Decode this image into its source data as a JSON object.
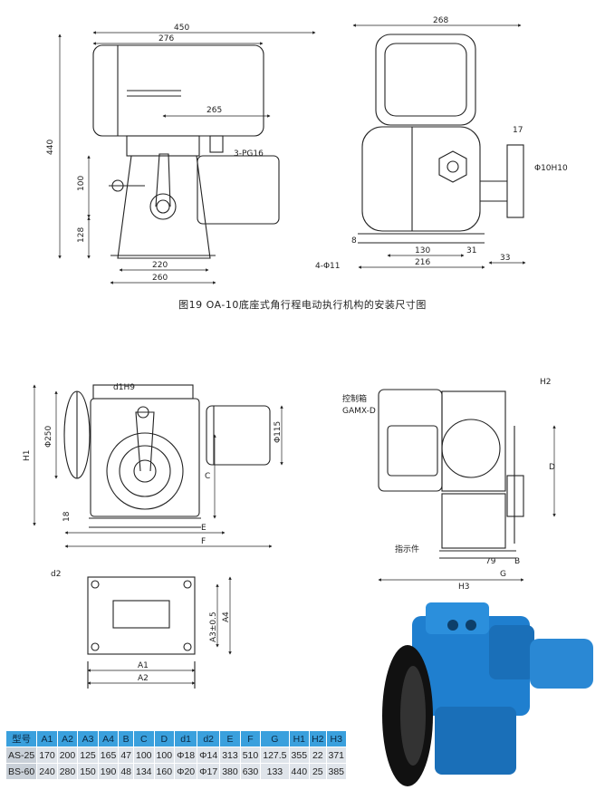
{
  "figure19": {
    "caption": "图19   OA-10底座式角行程电动执行机构的安装尺寸图",
    "front_dims": [
      "450",
      "276",
      "265",
      "440",
      "100",
      "128",
      "3-PG16",
      "220",
      "260"
    ],
    "side_dims": [
      "268",
      "17",
      "Φ10H10",
      "8",
      "130",
      "31",
      "4-Φ11",
      "216",
      "33"
    ]
  },
  "lower_figure": {
    "front_dims": [
      "d1H9",
      "Φ250",
      "Φ115",
      "H1",
      "C",
      "18",
      "E",
      "F"
    ],
    "side_labels": [
      "控制箱",
      "GAMX-D",
      "指示件"
    ],
    "side_dims": [
      "H2",
      "D",
      "79",
      "B",
      "G",
      "H3"
    ],
    "base_dims": [
      "d2",
      "A3±0.5",
      "A4",
      "A1",
      "A2"
    ]
  },
  "spec_table": {
    "headers": [
      "型号",
      "A1",
      "A2",
      "A3",
      "A4",
      "B",
      "C",
      "D",
      "d1",
      "d2",
      "E",
      "F",
      "G",
      "H1",
      "H2",
      "H3"
    ],
    "rows": [
      [
        "AS-25",
        "170",
        "200",
        "125",
        "165",
        "47",
        "100",
        "100",
        "Φ18",
        "Φ14",
        "313",
        "510",
        "127.5",
        "355",
        "22",
        "371"
      ],
      [
        "BS-60",
        "240",
        "280",
        "150",
        "190",
        "48",
        "134",
        "160",
        "Φ20",
        "Φ17",
        "380",
        "630",
        "133",
        "440",
        "25",
        "385"
      ]
    ]
  },
  "colors": {
    "table_header": "#3aa0dd",
    "table_cell": "#dfe4ea",
    "actuator_body": "#1f7fcf",
    "handwheel": "#111111"
  }
}
